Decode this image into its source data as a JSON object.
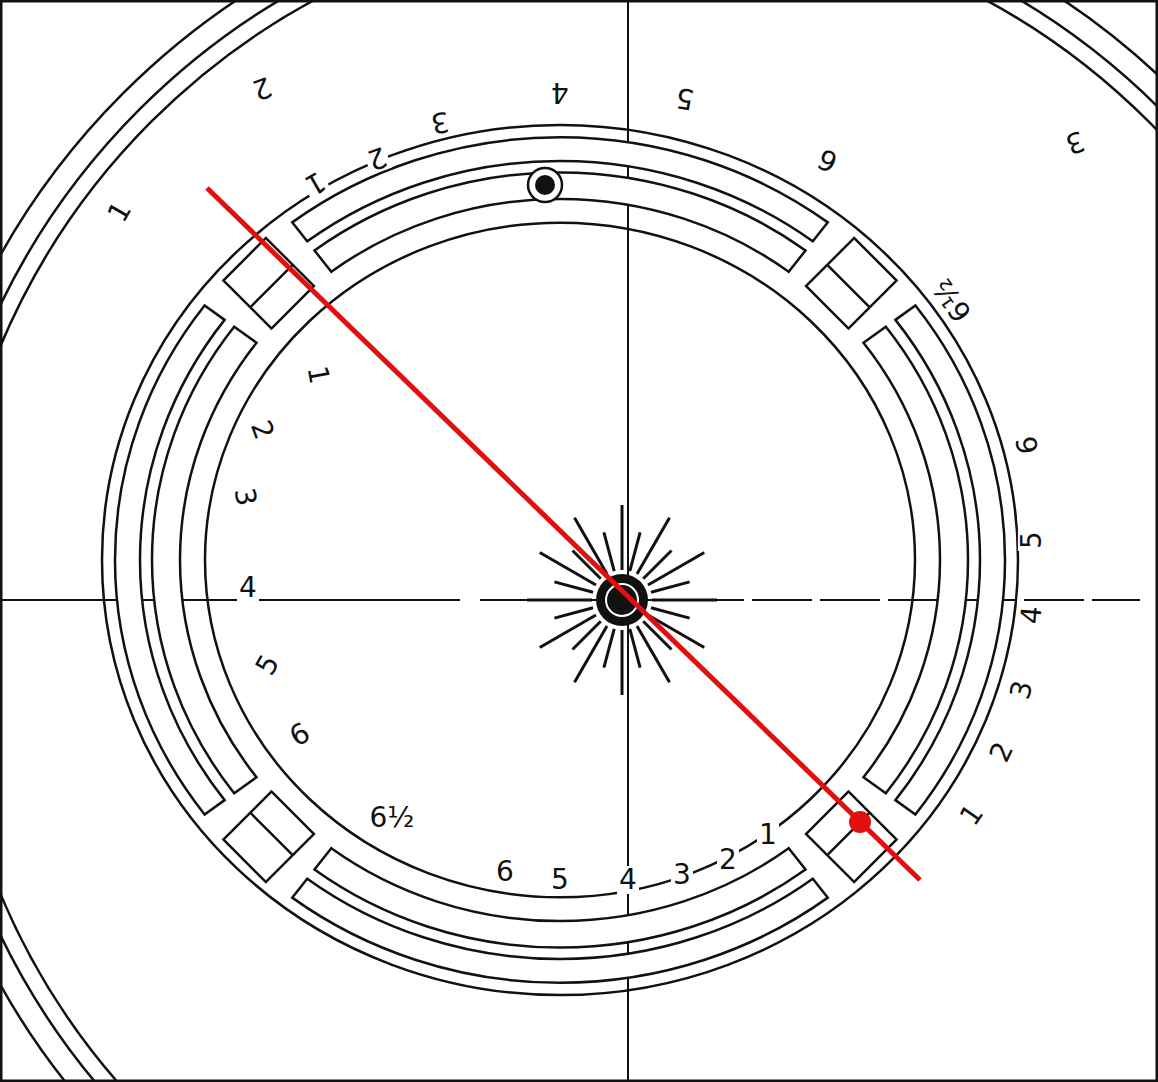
{
  "diagram": {
    "labels": [
      "1",
      "2",
      "3",
      "1",
      "2",
      "3",
      "4",
      "5",
      "6",
      "6½",
      "6",
      "5",
      "4",
      "3",
      "2",
      "1",
      "1",
      "2",
      "3",
      "4",
      "5",
      "6",
      "6½",
      "6",
      "5",
      "4",
      "3",
      "2",
      "1"
    ]
  }
}
